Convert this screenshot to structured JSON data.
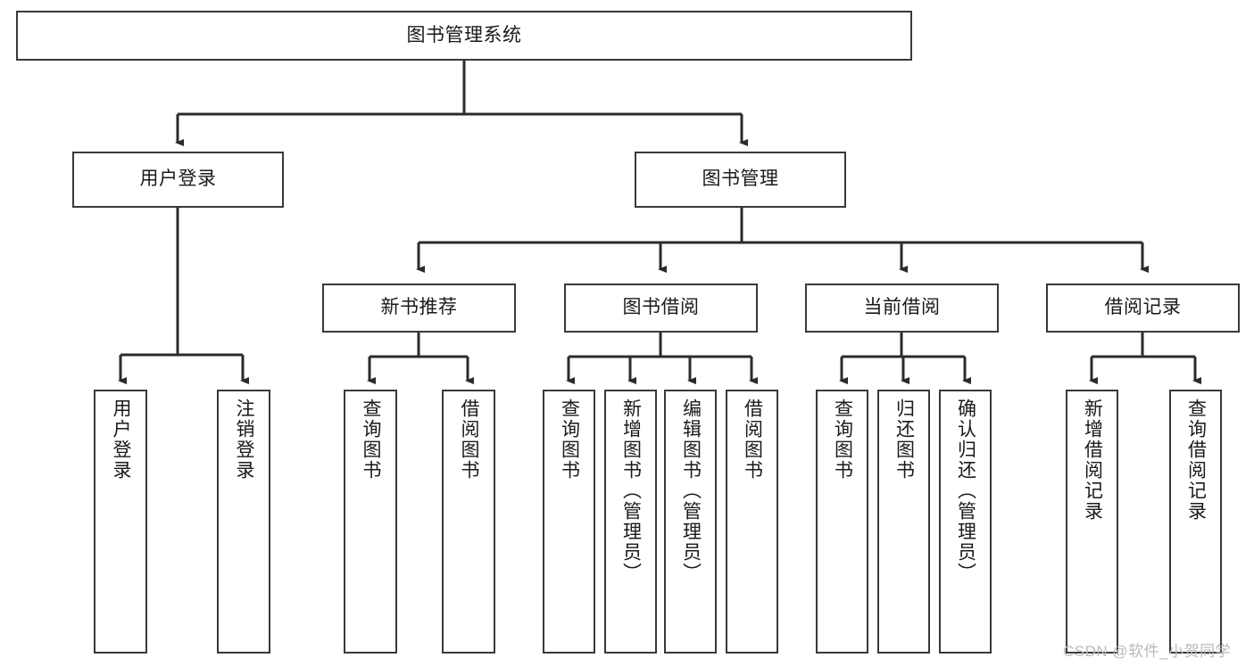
{
  "diagram": {
    "title": "图书管理系统",
    "type": "tree-hierarchy-diagram",
    "colors": {
      "node_border": "#393939",
      "node_fill": "#ffffff",
      "edge": "#2b2b2b",
      "text": "#1a1a1a",
      "watermark": "#b9b9b9",
      "background": "#ffffff"
    },
    "root": {
      "label": "图书管理系统"
    },
    "level2": [
      {
        "label": "用户登录"
      },
      {
        "label": "图书管理"
      }
    ],
    "level3": [
      {
        "label": "新书推荐"
      },
      {
        "label": "图书借阅"
      },
      {
        "label": "当前借阅"
      },
      {
        "label": "借阅记录"
      }
    ],
    "leaves": {
      "user_login": [
        {
          "label": "用户登录"
        },
        {
          "label": "注销登录"
        }
      ],
      "new_book_recommend": [
        {
          "label": "查询图书"
        },
        {
          "label": "借阅图书"
        }
      ],
      "book_borrow": [
        {
          "label": "查询图书"
        },
        {
          "label": "新增图书（管理员）"
        },
        {
          "label": "编辑图书（管理员）"
        },
        {
          "label": "借阅图书"
        }
      ],
      "current_borrow": [
        {
          "label": "查询图书"
        },
        {
          "label": "归还图书"
        },
        {
          "label": "确认归还（管理员）"
        }
      ],
      "borrow_record": [
        {
          "label": "新增借阅记录"
        },
        {
          "label": "查询借阅记录"
        }
      ]
    }
  },
  "watermark": {
    "text": "CSDN @软件_小贺同学"
  }
}
